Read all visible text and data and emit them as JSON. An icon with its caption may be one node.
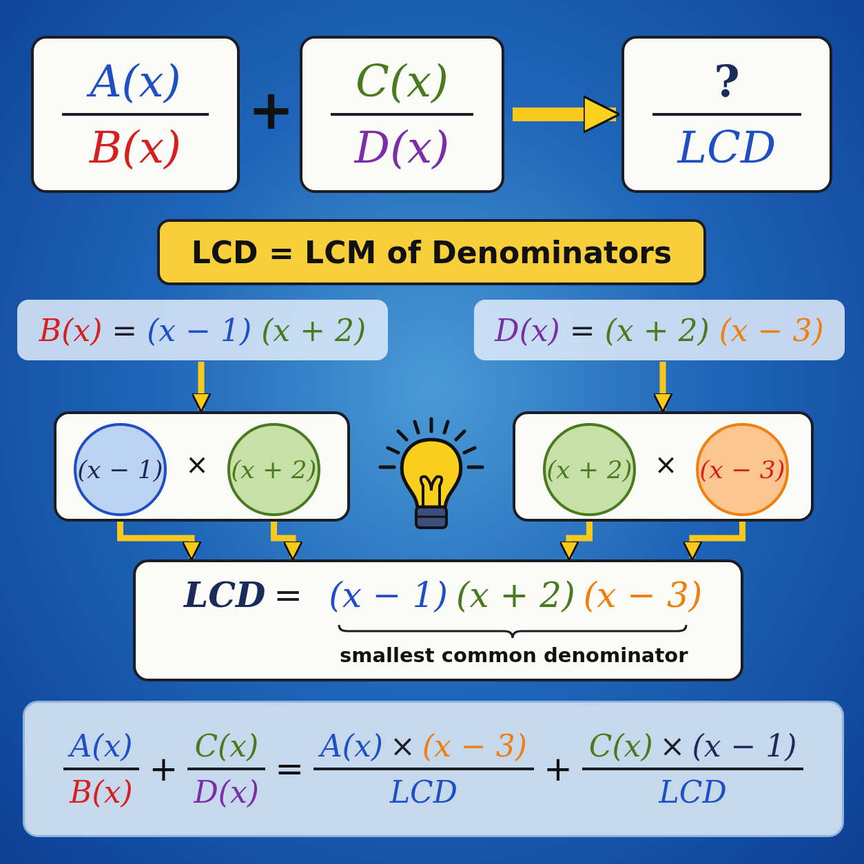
{
  "diagram": {
    "nodes": [
      {
        "text": [
          "A(x)",
          "B(x)"
        ]
      },
      {
        "text": [
          "C(x)",
          "D(x)"
        ]
      },
      {
        "text": [
          "?",
          "LCD"
        ]
      },
      {
        "text": [
          "LCD = LCM of Denominators"
        ]
      },
      {
        "text": [
          "B(x)",
          "=",
          "(x − 1)",
          "(x + 2)"
        ]
      },
      {
        "text": [
          "D(x)",
          "=",
          "(x + 2)",
          "(x − 3)"
        ]
      },
      {
        "text": [
          "×"
        ]
      },
      {
        "text": [
          "(x − 1)"
        ],
        "in": 6
      },
      {
        "text": [
          "(x + 2)"
        ],
        "in": 6
      },
      {
        "text": [
          "×"
        ]
      },
      {
        "text": [
          "(x + 2)"
        ],
        "in": 9
      },
      {
        "text": [
          "(x − 3)"
        ],
        "in": 9
      },
      {
        "text": [
          "LCD",
          "=",
          "(x − 1)",
          "(x + 2)",
          "(x − 3)",
          "smallest common denominator"
        ]
      },
      {
        "text": [
          "A(x)",
          "B(x)",
          "+",
          "C(x)",
          "D(x)",
          "=",
          "A(x)",
          "×",
          "(x − 3)",
          "LCD",
          "+",
          "C(x)",
          "×",
          "(x − 1)",
          "LCD"
        ]
      }
    ],
    "edges": [
      {
        "from": 1,
        "to": 2,
        "arrow": "to",
        "style": "thick"
      },
      {
        "from": 4,
        "to": 6,
        "arrow": "to"
      },
      {
        "from": 5,
        "to": 9,
        "arrow": "to"
      },
      {
        "from": 7,
        "to": 12,
        "arrow": "to"
      },
      {
        "from": 8,
        "to": 12,
        "arrow": "to"
      },
      {
        "from": 10,
        "to": 12,
        "arrow": "to"
      },
      {
        "from": 11,
        "to": 12,
        "arrow": "to"
      }
    ],
    "labels": [
      "+"
    ]
  }
}
